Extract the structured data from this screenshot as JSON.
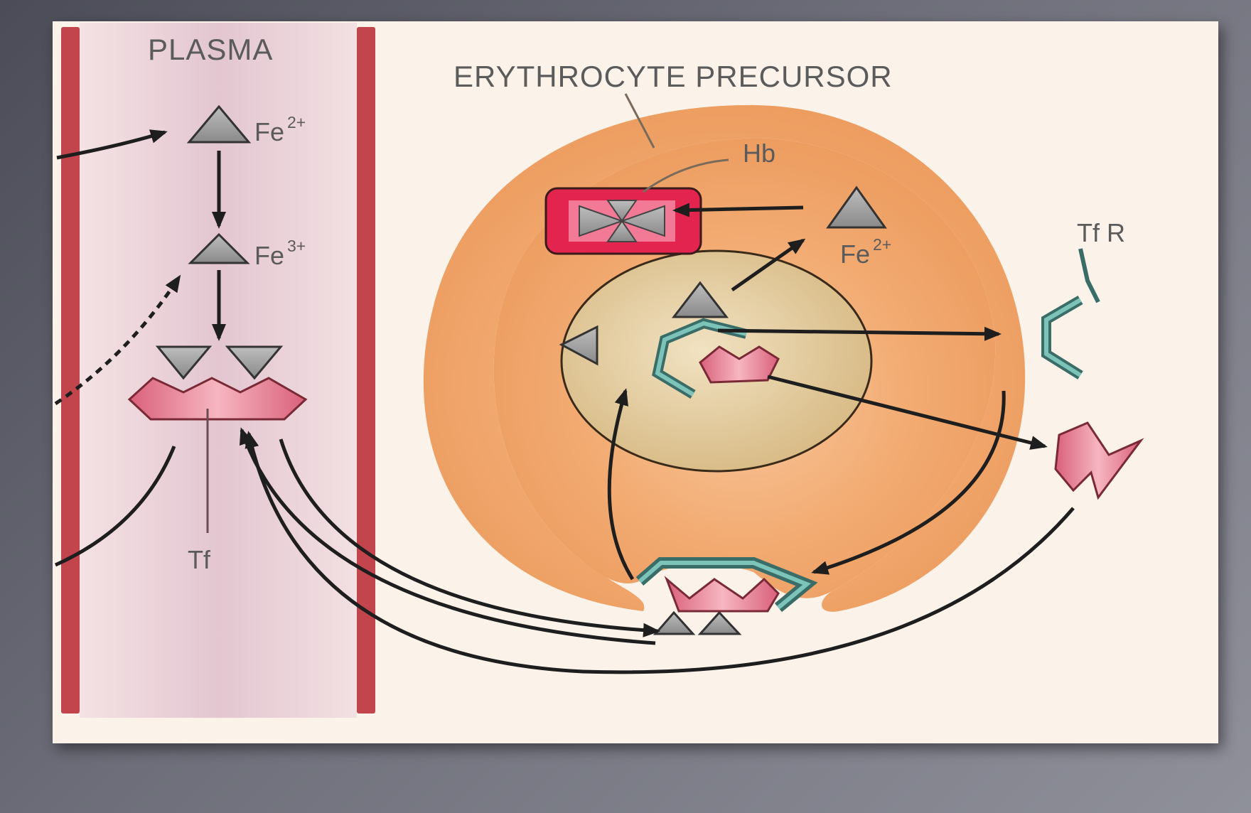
{
  "labels": {
    "plasma": "PLASMA",
    "precursor": "ERYTHROCYTE PRECURSOR",
    "hb": "Hb",
    "tfr": "Tf R",
    "tf": "Tf",
    "fe2_plasma": "Fe",
    "fe2_plasma_sup": "2+",
    "fe3_plasma": "Fe",
    "fe3_plasma_sup": "3+",
    "fe2_cell": "Fe",
    "fe2_cell_sup": "2+"
  },
  "colors": {
    "vessel_wall": "#c2444d",
    "cell_body": "#f0a168",
    "cell_highlight": "#f9c89e",
    "endosome": "#dcc08e",
    "transferrin_pink": "#e07889",
    "heme_red": "#e3244f",
    "receptor_teal": "#5fa49c",
    "iron_gray": "#9b9b9b",
    "arrow": "#1e1e1e",
    "label_gray": "#5b5b5b"
  }
}
